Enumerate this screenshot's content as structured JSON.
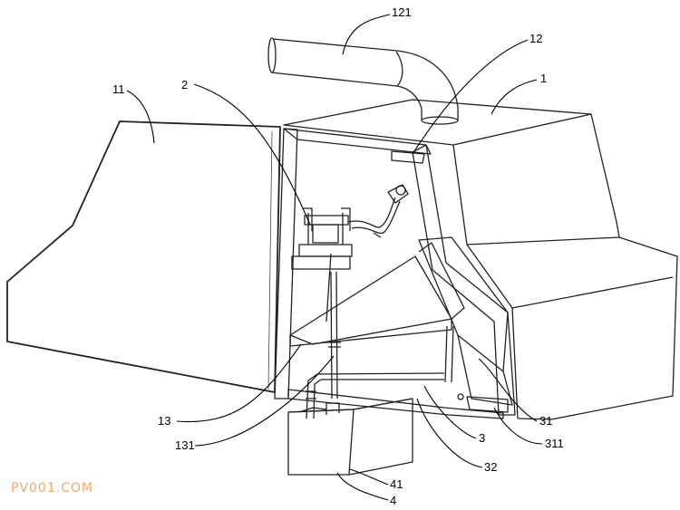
{
  "diagram": {
    "labels": {
      "l121": "121",
      "l12": "12",
      "l1": "1",
      "l11": "11",
      "l2": "2",
      "l13": "13",
      "l131": "131",
      "l3": "3",
      "l31": "31",
      "l311": "311",
      "l32": "32",
      "l41": "41",
      "l4": "4"
    },
    "watermark": "PV001.COM"
  }
}
